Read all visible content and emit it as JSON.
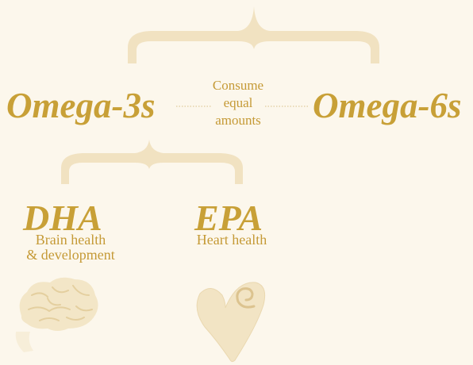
{
  "top_pair": {
    "left_label": "Omega-3s",
    "right_label": "Omega-6s",
    "relation_line1": "Consume",
    "relation_line2": "equal",
    "relation_line3": "amounts"
  },
  "omega3_children": [
    {
      "name": "DHA",
      "benefit_line1": "Brain health",
      "benefit_line2": "& development",
      "icon": "brain-icon"
    },
    {
      "name": "EPA",
      "benefit_line1": "Heart health",
      "benefit_line2": "",
      "icon": "heart-icon"
    }
  ],
  "colors": {
    "background": "#fcf7ec",
    "text_gold": "#c8a037",
    "brace_fill": "#f1e2c1",
    "icon_fill": "#f2e4c4",
    "dotted_line": "#d8c089"
  }
}
